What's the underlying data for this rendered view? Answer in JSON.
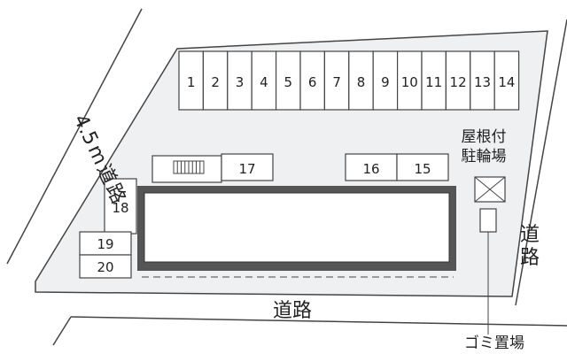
{
  "parking_spaces": [
    "1",
    "2",
    "3",
    "4",
    "5",
    "6",
    "7",
    "8",
    "9",
    "10",
    "11",
    "12",
    "13",
    "14"
  ],
  "building_spaces": {
    "s15": "15",
    "s16": "16",
    "s17": "17"
  },
  "left_spaces": {
    "s18": "18",
    "s19": "19",
    "s20": "20"
  },
  "labels": {
    "bicycle_parking_line1": "屋根付",
    "bicycle_parking_line2": "駐輪場",
    "garbage": "ゴミ置場",
    "road_bottom": "道路",
    "road_right_1": "道",
    "road_right_2": "路",
    "road_left_width": "4.5",
    "road_left_unit": "m",
    "road_left_1": "道",
    "road_left_2": "路"
  },
  "colors": {
    "line": "#444444",
    "lot": "#eef0f2",
    "building": "#555555"
  }
}
